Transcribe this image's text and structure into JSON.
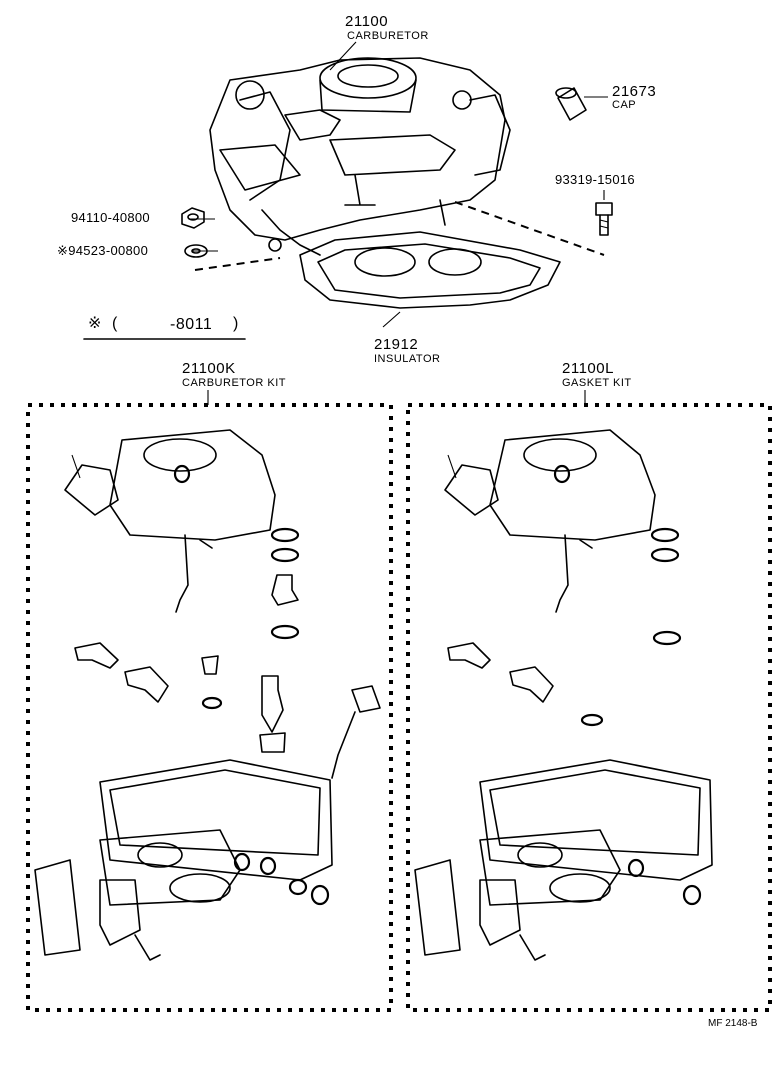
{
  "carburetor": {
    "number": "21100",
    "name": "CARBURETOR"
  },
  "cap": {
    "number": "21673",
    "name": "CAP"
  },
  "bolt": {
    "number": "93319-15016"
  },
  "nut": {
    "number": "94110-40800"
  },
  "washer": {
    "number": "※94523-00800"
  },
  "date_note": {
    "mark": "※",
    "open": "(",
    "range": "-8011",
    "close": ")"
  },
  "insulator": {
    "number": "21912",
    "name": "INSULATOR"
  },
  "carb_kit": {
    "number": "21100K",
    "name": "CARBURETOR KIT"
  },
  "gasket_kit": {
    "number": "21100L",
    "name": "GASKET KIT"
  },
  "figure_code": "MF 2148-B"
}
